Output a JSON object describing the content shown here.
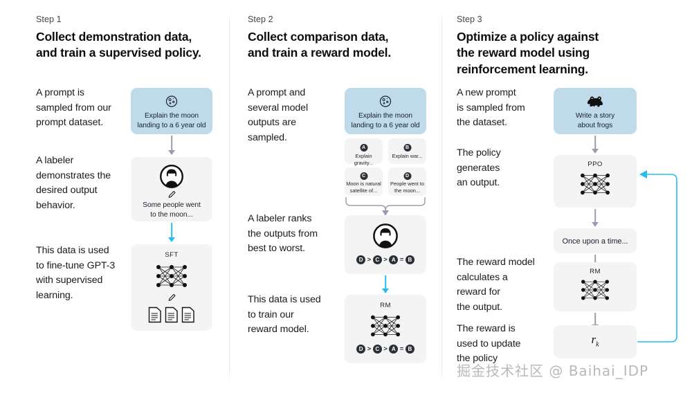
{
  "watermark": "掘金技术社区 @ Baihai_IDP",
  "colors": {
    "prompt_box": "#bfdbeb",
    "node_box": "#f4f4f4",
    "gray_arrow": "#9b9bab",
    "cyan_arrow": "#25bdf0",
    "chip": "#2b2f36"
  },
  "steps": [
    {
      "label": "Step 1",
      "title": "Collect demonstration data,\nand train a supervised policy.",
      "paragraphs": [
        "A prompt is\nsampled from our\nprompt dataset.",
        "A labeler\ndemonstrates the\ndesired output\nbehavior.",
        "This data is used\nto fine-tune GPT-3\nwith supervised\nlearning."
      ],
      "nodes": [
        {
          "name": "prompt",
          "icon": "moon-icon",
          "caption": "Explain the moon\nlanding to a 6 year old"
        },
        {
          "name": "labeler-demo",
          "icon": "labeler-icon",
          "caption": "Some people went\nto the moon..."
        },
        {
          "name": "sft-model",
          "icon": "neural-net-icon",
          "tag": "SFT",
          "caption": ""
        }
      ]
    },
    {
      "label": "Step 2",
      "title": "Collect comparison data,\nand train a reward model.",
      "paragraphs": [
        "A prompt and\nseveral model\noutputs are\nsampled.",
        "A labeler ranks\nthe outputs from\nbest to worst.",
        "This data is used\nto train our\nreward model."
      ],
      "nodes": [
        {
          "name": "prompt",
          "icon": "moon-icon",
          "caption": "Explain the moon\nlanding to a 6 year old"
        },
        {
          "name": "ranking",
          "icon": "labeler-icon",
          "ranking": "D > C > A = B"
        },
        {
          "name": "rm-model",
          "icon": "neural-net-icon",
          "tag": "RM",
          "ranking": "D > C > A = B"
        }
      ],
      "outputs": [
        {
          "letter": "A",
          "text": "Explain gravity..."
        },
        {
          "letter": "B",
          "text": "Explain war..."
        },
        {
          "letter": "C",
          "text": "Moon is natural\nsatellite of..."
        },
        {
          "letter": "D",
          "text": "People went to\nthe moon..."
        }
      ]
    },
    {
      "label": "Step 3",
      "title": "Optimize a policy against\nthe reward model using\nreinforcement learning.",
      "paragraphs": [
        "A new prompt\nis sampled from\nthe dataset.",
        "The policy\ngenerates\nan output.",
        "The reward model\ncalculates a\nreward for\nthe output.",
        "The reward is\nused to update\nthe policy"
      ],
      "nodes": [
        {
          "name": "prompt",
          "icon": "frog-icon",
          "caption": "Write a story\nabout frogs"
        },
        {
          "name": "ppo-policy",
          "icon": "neural-net-icon",
          "tag": "PPO",
          "caption": ""
        },
        {
          "name": "generated-output",
          "icon": "",
          "caption": "Once upon a time..."
        },
        {
          "name": "rm-model",
          "icon": "neural-net-icon",
          "tag": "RM",
          "caption": ""
        },
        {
          "name": "reward-value",
          "icon": "",
          "caption": "rk"
        }
      ]
    }
  ]
}
